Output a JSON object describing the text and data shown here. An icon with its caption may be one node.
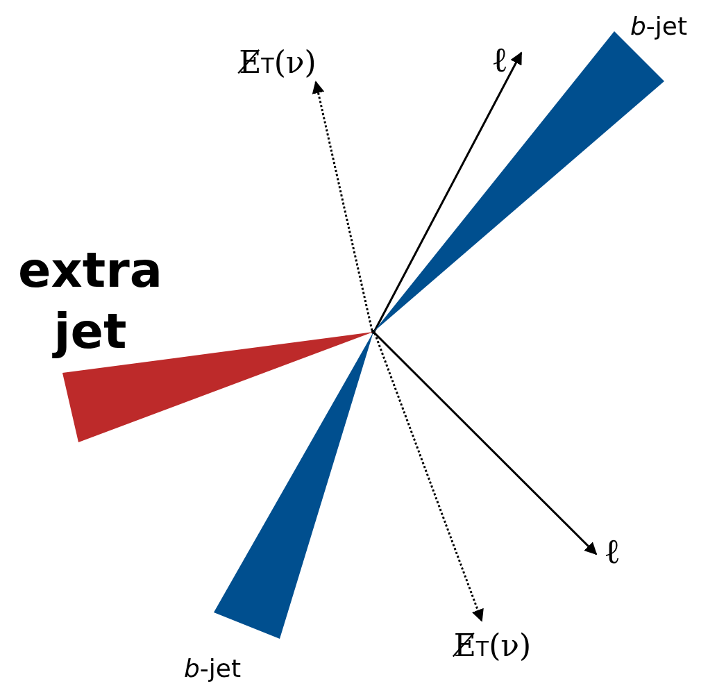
{
  "diagram": {
    "nodes": [
      {
        "text": [],
        "shape": "circle"
      },
      {
        "text": [
          "E̸$_{T}$(ν)"
        ]
      },
      {
        "text": [
          "ℓ"
        ]
      },
      {
        "text": [],
        "shape": "cone",
        "beside": [
          "*b*-jet"
        ]
      },
      {
        "text": [],
        "shape": "cone",
        "beside": [
          "extra jet"
        ]
      },
      {
        "text": [],
        "shape": "cone",
        "beside": [
          "*b*-jet"
        ]
      },
      {
        "text": [
          "ℓ"
        ]
      },
      {
        "text": [
          "E̸$_{T}$(ν)"
        ]
      }
    ],
    "edges": [
      {
        "from": 0,
        "to": 1,
        "arrow": "to",
        "style": "dashed"
      },
      {
        "from": 0,
        "to": 2,
        "arrow": "to"
      },
      {
        "from": 0,
        "to": 6,
        "arrow": "to"
      },
      {
        "from": 0,
        "to": 7,
        "arrow": "to",
        "style": "dashed"
      }
    ]
  }
}
